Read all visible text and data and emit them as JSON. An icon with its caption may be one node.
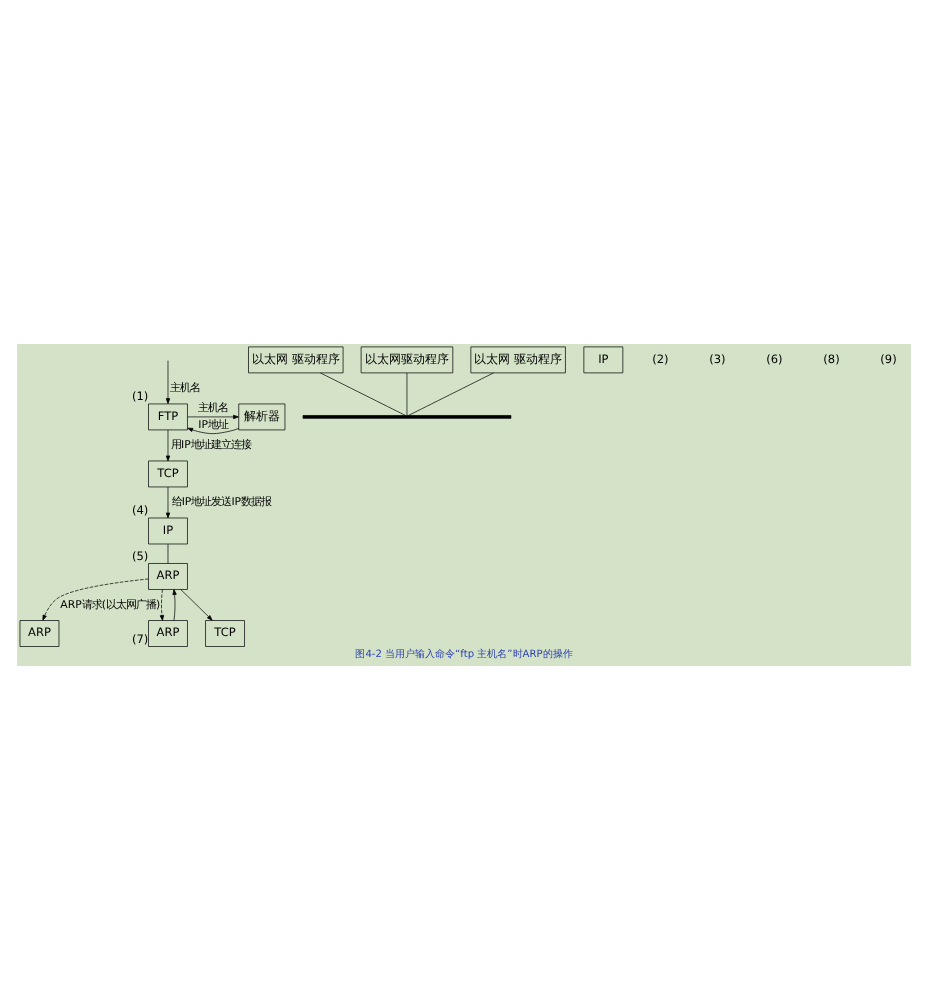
{
  "diagram": {
    "caption": "图4-2 当用户输入命令“ftp 主机名”时ARP的操作",
    "nodes": [
      {
        "text": [
          "FTP"
        ],
        "beside": [
          "(1)"
        ]
      },
      {
        "text": [
          "解析器"
        ]
      },
      {
        "text": [
          "TCP"
        ]
      },
      {
        "text": [
          "IP"
        ],
        "beside": [
          "(4)"
        ]
      },
      {
        "text": [
          "ARP"
        ],
        "beside": [
          "(5)"
        ]
      },
      {
        "text": [
          "以太网 驱动程序"
        ]
      },
      {
        "text": [],
        "shape": "bar"
      },
      {
        "text": [
          "以太网驱动程序"
        ]
      },
      {
        "text": [
          "以太网 驱动程序"
        ]
      },
      {
        "text": [
          "ARP"
        ]
      },
      {
        "text": [
          "ARP"
        ],
        "beside": [
          "(7)"
        ]
      },
      {
        "text": [
          "IP"
        ]
      },
      {
        "text": [
          "TCP"
        ]
      }
    ],
    "edges": [
      {
        "from": null,
        "to": 0,
        "arrow": "to",
        "label": "主机名"
      },
      {
        "from": 0,
        "to": 1,
        "arrow": "to",
        "label": "主机名"
      },
      {
        "from": 1,
        "to": 0,
        "arrow": "to",
        "label": "IP地址"
      },
      {
        "from": 0,
        "to": 2,
        "arrow": "to",
        "label": "用IP地址建立连接"
      },
      {
        "from": 2,
        "to": 3,
        "arrow": "to",
        "label": "给IP地址发送IP数据报"
      },
      {
        "from": 3,
        "to": 4,
        "arrow": "none"
      },
      {
        "from": 5,
        "to": 6,
        "arrow": "none"
      },
      {
        "from": 7,
        "to": 6,
        "arrow": "none"
      },
      {
        "from": 8,
        "to": 6,
        "arrow": "none"
      },
      {
        "from": 4,
        "to": 9,
        "arrow": "to",
        "style": "dashed",
        "label": "ARP请求(以太网广播)"
      },
      {
        "from": 4,
        "to": 10,
        "arrow": "to",
        "style": "dashed"
      },
      {
        "from": 10,
        "to": 4,
        "arrow": "to"
      },
      {
        "from": 4,
        "to": 12,
        "arrow": "to"
      }
    ],
    "labels": [
      "(2)",
      "(3)",
      "(6)",
      "(8)",
      "(9)"
    ]
  }
}
